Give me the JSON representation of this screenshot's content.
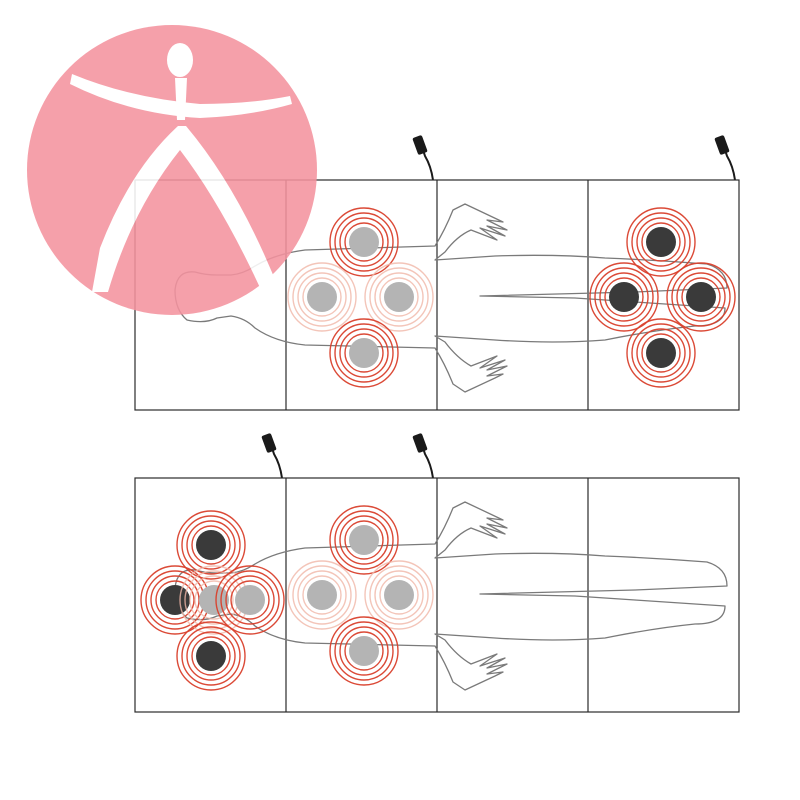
{
  "diagram": {
    "logo_icon": "person-figure-logo",
    "colors": {
      "logo": "#f4939f",
      "logo_figure": "#ffffff",
      "ring": "#d9402c",
      "ring_faded": "#f0b7a8",
      "node_dark": "#3a3a3a",
      "node_light": "#b4b4b4",
      "outline": "#7a7a7a",
      "panel": "#2b2b2b"
    },
    "mats": [
      {
        "panel_count": 4,
        "view": "lying",
        "massage_nodes": [
          {
            "panel": 2,
            "zone": "left-shoulder",
            "shade": "light",
            "ring": "strong"
          },
          {
            "panel": 2,
            "zone": "upper-back-left",
            "shade": "light",
            "ring": "faded"
          },
          {
            "panel": 2,
            "zone": "upper-back-right",
            "shade": "light",
            "ring": "faded"
          },
          {
            "panel": 2,
            "zone": "right-shoulder",
            "shade": "light",
            "ring": "strong"
          },
          {
            "panel": 4,
            "zone": "left-calf",
            "shade": "dark",
            "ring": "strong"
          },
          {
            "panel": 4,
            "zone": "left-ankle",
            "shade": "dark",
            "ring": "strong"
          },
          {
            "panel": 4,
            "zone": "right-ankle",
            "shade": "dark",
            "ring": "strong"
          },
          {
            "panel": 4,
            "zone": "right-calf",
            "shade": "dark",
            "ring": "strong"
          }
        ],
        "cables": [
          2,
          4
        ]
      },
      {
        "panel_count": 4,
        "view": "lying",
        "massage_nodes": [
          {
            "panel": 1,
            "zone": "head-top",
            "shade": "dark",
            "ring": "strong"
          },
          {
            "panel": 1,
            "zone": "head-left",
            "shade": "dark",
            "ring": "strong"
          },
          {
            "panel": 1,
            "zone": "neck",
            "shade": "light",
            "ring": "faded"
          },
          {
            "panel": 1,
            "zone": "head-right",
            "shade": "light",
            "ring": "strong"
          },
          {
            "panel": 1,
            "zone": "head-bottom",
            "shade": "dark",
            "ring": "strong"
          },
          {
            "panel": 2,
            "zone": "left-shoulder",
            "shade": "light",
            "ring": "strong"
          },
          {
            "panel": 2,
            "zone": "upper-back-left",
            "shade": "light",
            "ring": "faded"
          },
          {
            "panel": 2,
            "zone": "upper-back-right",
            "shade": "light",
            "ring": "faded"
          },
          {
            "panel": 2,
            "zone": "right-shoulder",
            "shade": "light",
            "ring": "strong"
          }
        ],
        "cables": [
          1,
          2
        ]
      }
    ]
  }
}
